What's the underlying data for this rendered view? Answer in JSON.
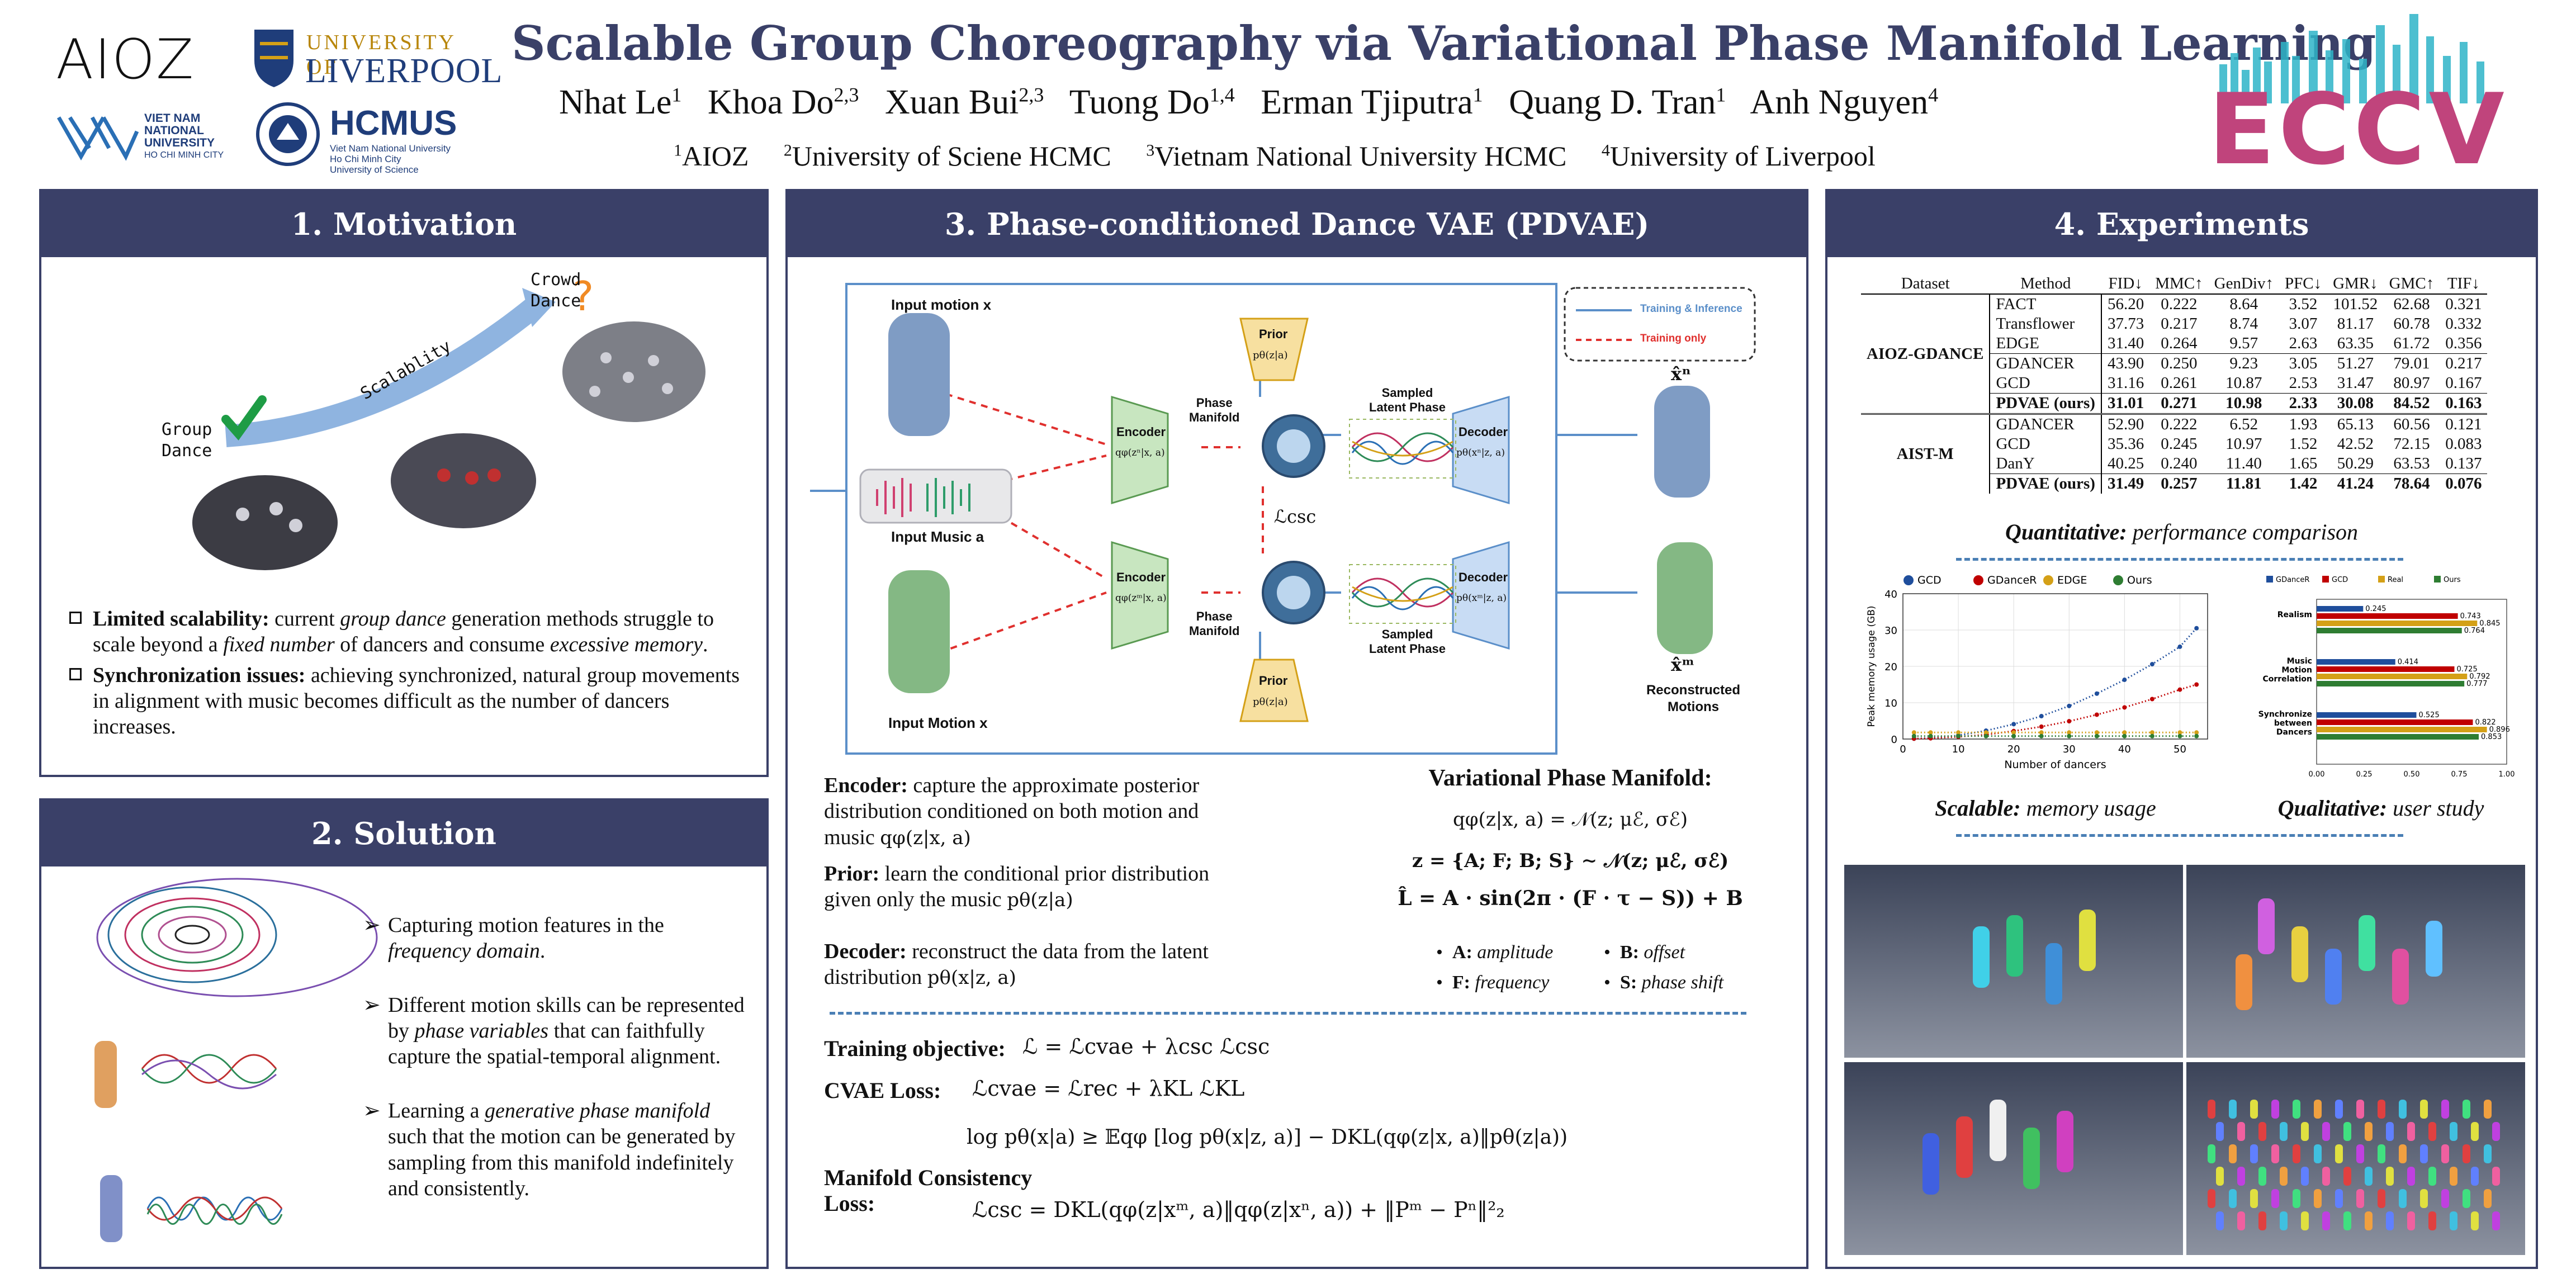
{
  "header": {
    "title": "Scalable Group Choreography via Variational Phase Manifold Learning",
    "authors": [
      {
        "name": "Nhat Le",
        "sup": "1"
      },
      {
        "name": "Khoa Do",
        "sup": "2,3"
      },
      {
        "name": "Xuan Bui",
        "sup": "2,3"
      },
      {
        "name": "Tuong Do",
        "sup": "1,4"
      },
      {
        "name": "Erman Tjiputra",
        "sup": "1"
      },
      {
        "name": "Quang D. Tran",
        "sup": "1"
      },
      {
        "name": "Anh Nguyen",
        "sup": "4"
      }
    ],
    "affiliations": [
      {
        "sup": "1",
        "name": "AIOZ"
      },
      {
        "sup": "2",
        "name": "University of Sciene HCMC"
      },
      {
        "sup": "3",
        "name": "Vietnam National University HCMC"
      },
      {
        "sup": "4",
        "name": "University of Liverpool"
      }
    ],
    "logos": {
      "aioz": "AIOZ",
      "liverpool_top": "UNIVERSITY OF",
      "liverpool_bottom": "LIVERPOOL",
      "vnu": [
        "VIET NAM",
        "NATIONAL",
        "UNIVERSITY",
        "HO CHI MINH CITY"
      ],
      "hcmus": "HCMUS",
      "hcmus_sub": [
        "Viet Nam National University",
        "Ho Chi Minh City",
        "University of Science"
      ],
      "eccv": "ECCV"
    }
  },
  "motivation": {
    "heading": "1. Motivation",
    "crowd_label": [
      "Crowd",
      "Dance"
    ],
    "group_label": [
      "Group",
      "Dance"
    ],
    "arrow_label": "Scalablity",
    "bullets": [
      {
        "bold": "Limited scalability:",
        "pre": " current ",
        "em1": "group dance",
        "mid": " generation methods struggle to scale beyond a ",
        "em2": "fixed number",
        "post": " of dancers and consume ",
        "em3": "excessive memory",
        "end": "."
      },
      {
        "bold": "Synchronization issues:",
        "text": " achieving synchronized, natural group movements in alignment with music becomes difficult as the number of dancers increases."
      }
    ]
  },
  "solution": {
    "heading": "2. Solution",
    "items": [
      {
        "pre": "Capturing motion features in the ",
        "em": "frequency domain",
        "post": "."
      },
      {
        "pre": "Different motion skills can be represented by ",
        "em": "phase variables",
        "post": " that can faithfully capture the spatial-temporal alignment."
      },
      {
        "pre": "Learning a ",
        "em": "generative phase manifold",
        "post": " such that the motion can be generated by sampling from this manifold indefinitely and consistently."
      }
    ]
  },
  "pdvae": {
    "heading": "3. Phase-conditioned Dance VAE (PDVAE)",
    "diagram": {
      "input_motion_n": "Input motion  x",
      "input_motion_m": "Input Motion  x",
      "input_music": "Input Music  a",
      "encoder": "Encoder",
      "decoder": "Decoder",
      "prior": "Prior",
      "prior_formula": "pθ(z|a)",
      "encoder_formula_n": "qφ(zⁿ|x, a)",
      "encoder_formula_m": "qφ(zᵐ|x, a)",
      "decoder_formula_n": "pθ(xⁿ|z, a)",
      "decoder_formula_m": "pθ(xᵐ|z, a)",
      "phase_manifold": [
        "Phase",
        "Manifold"
      ],
      "sampled_latent_phase": [
        "Sampled",
        "Latent Phase"
      ],
      "lcsc": "ℒcsc",
      "recon_n": "x̂ⁿ",
      "recon_m": "x̂ᵐ",
      "reconstructed": [
        "Reconstructed",
        "Motions"
      ],
      "legend_train_inf": "Training & Inference",
      "legend_train_only": "Training only"
    },
    "encoder_desc": {
      "bold": "Encoder:",
      "text": " capture the approximate posterior distribution conditioned on both motion and music ",
      "math": "qφ(z|x, a)"
    },
    "prior_desc": {
      "bold": "Prior:",
      "text": " learn the conditional prior distribution given only the music ",
      "math": "pθ(z|a)"
    },
    "decoder_desc": {
      "bold": "Decoder:",
      "text": " reconstruct the data from the latent distribution ",
      "math": "pθ(x|z, a)"
    },
    "vpm": {
      "title": "Variational Phase Manifold:",
      "eq1": "qφ(z|x, a) = 𝒩(z; μℰ, σℰ)",
      "eq2": "z = {A; F; B; S} ∼ 𝒩(z; μℰ, σℰ)",
      "eq3": "L̂ = A · sin(2π · (F · τ − S)) + B",
      "vars": [
        {
          "k": "A:",
          "v": "amplitude"
        },
        {
          "k": "B:",
          "v": "offset"
        },
        {
          "k": "F:",
          "v": "frequency"
        },
        {
          "k": "S:",
          "v": "phase shift"
        }
      ]
    },
    "training_objective": {
      "label": "Training objective:",
      "eq": "ℒ = ℒcvae + λcsc ℒcsc"
    },
    "cvae_loss": {
      "label": "CVAE Loss:",
      "eq": "ℒcvae = ℒrec + λKL ℒKL"
    },
    "elbo": "log pθ(x|a) ≥ 𝔼qφ [log pθ(x|z, a)] − DKL(qφ(z|x, a)‖pθ(z|a))",
    "manifold_loss": {
      "label": [
        "Manifold Consistency",
        "Loss:"
      ],
      "eq": "ℒcsc = DKL(qφ(z|xᵐ, a)‖qφ(z|xⁿ, a)) + ‖Pᵐ − Pⁿ‖²₂"
    }
  },
  "experiments": {
    "heading": "4. Experiments",
    "table": {
      "headers": [
        "Dataset",
        "Method",
        "FID↓",
        "MMC↑",
        "GenDiv↑",
        "PFC↓",
        "GMR↓",
        "GMC↑",
        "TIF↓"
      ],
      "groups": [
        {
          "dataset": "AIOZ-GDANCE",
          "rows": [
            [
              "FACT",
              "56.20",
              "0.222",
              "8.64",
              "3.52",
              "101.52",
              "62.68",
              "0.321"
            ],
            [
              "Transflower",
              "37.73",
              "0.217",
              "8.74",
              "3.07",
              "81.17",
              "60.78",
              "0.332"
            ],
            [
              "EDGE",
              "31.40",
              "0.264",
              "9.57",
              "2.63",
              "63.35",
              "61.72",
              "0.356"
            ],
            [
              "GDANCER",
              "43.90",
              "0.250",
              "9.23",
              "3.05",
              "51.27",
              "79.01",
              "0.217"
            ],
            [
              "GCD",
              "31.16",
              "0.261",
              "10.87",
              "2.53",
              "31.47",
              "80.97",
              "0.167"
            ],
            [
              "PDVAE (ours)",
              "31.01",
              "0.271",
              "10.98",
              "2.33",
              "30.08",
              "84.52",
              "0.163"
            ]
          ]
        },
        {
          "dataset": "AIST-M",
          "rows": [
            [
              "GDANCER",
              "52.90",
              "0.222",
              "6.52",
              "1.93",
              "65.13",
              "60.56",
              "0.121"
            ],
            [
              "GCD",
              "35.36",
              "0.245",
              "10.97",
              "1.52",
              "42.52",
              "72.15",
              "0.083"
            ],
            [
              "DanY",
              "40.25",
              "0.240",
              "11.40",
              "1.65",
              "50.29",
              "63.53",
              "0.137"
            ],
            [
              "PDVAE (ours)",
              "31.49",
              "0.257",
              "11.81",
              "1.42",
              "41.24",
              "78.64",
              "0.076"
            ]
          ]
        }
      ]
    },
    "caption_quant": {
      "bold": "Quantitative:",
      "text": " performance comparison"
    },
    "caption_scalable": {
      "bold": "Scalable:",
      "text": " memory usage"
    },
    "caption_qual": {
      "bold": "Qualitative:",
      "text": " user study"
    }
  },
  "chart_data": [
    {
      "type": "line",
      "xlabel": "Number of dancers",
      "ylabel": "Peak memory usage (GB)",
      "xlim": [
        0,
        55
      ],
      "ylim": [
        0,
        40
      ],
      "xticks": [
        0,
        10,
        20,
        30,
        40,
        50
      ],
      "yticks": [
        0,
        10,
        20,
        30,
        40
      ],
      "legend_position": "top",
      "x": [
        2,
        5,
        10,
        15,
        20,
        25,
        30,
        35,
        40,
        45,
        50,
        53
      ],
      "series": [
        {
          "name": "GCD",
          "color": "#1f4e9c",
          "values": [
            0.1,
            0.3,
            1.0,
            2.3,
            4.1,
            6.3,
            9.1,
            12.5,
            16.3,
            20.6,
            25.4,
            30.5
          ]
        },
        {
          "name": "GDanceR",
          "color": "#c00000",
          "values": [
            0.1,
            0.2,
            0.6,
            1.2,
            2.2,
            3.4,
            4.9,
            6.7,
            8.7,
            11.0,
            13.6,
            15.0
          ]
        },
        {
          "name": "EDGE",
          "color": "#d4a017",
          "values": [
            1.8,
            1.8,
            1.8,
            1.8,
            1.8,
            1.8,
            1.8,
            1.8,
            1.8,
            1.8,
            1.8,
            1.8
          ]
        },
        {
          "name": "Ours",
          "color": "#2e7d32",
          "values": [
            0.8,
            0.8,
            0.8,
            0.8,
            0.8,
            0.8,
            0.8,
            0.8,
            0.8,
            0.8,
            0.8,
            0.8
          ]
        }
      ]
    },
    {
      "type": "bar",
      "orientation": "horizontal",
      "xlim": [
        0,
        1
      ],
      "xticks": [
        "0.00",
        "0.25",
        "0.50",
        "0.75",
        "1.00"
      ],
      "legend_position": "top",
      "categories": [
        "Realism",
        "Music Motion Correlation",
        "Synchronize between Dancers"
      ],
      "category_lines": [
        [
          "Realism"
        ],
        [
          "Music",
          "Motion",
          "Correlation"
        ],
        [
          "Synchronize",
          "between",
          "Dancers"
        ]
      ],
      "series": [
        {
          "name": "GDanceR",
          "color": "#1f4e9c",
          "values": [
            0.245,
            0.414,
            0.525
          ]
        },
        {
          "name": "GCD",
          "color": "#c00000",
          "values": [
            0.743,
            0.725,
            0.822
          ]
        },
        {
          "name": "Real",
          "color": "#d4a017",
          "values": [
            0.845,
            0.792,
            0.896
          ]
        },
        {
          "name": "Ours",
          "color": "#2e7d32",
          "values": [
            0.764,
            0.777,
            0.853
          ]
        }
      ]
    }
  ]
}
